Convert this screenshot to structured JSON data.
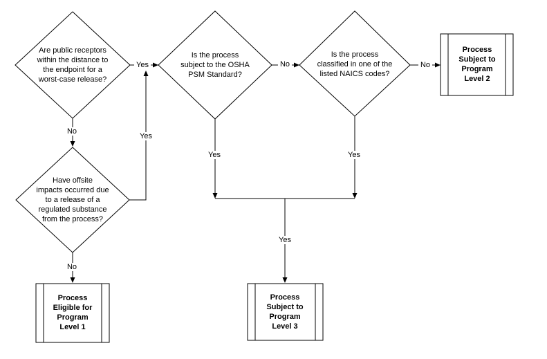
{
  "diagram": {
    "nodes": {
      "q_public_receptors": {
        "type": "decision",
        "lines": [
          "Are public receptors",
          "within the distance to",
          "the endpoint for a",
          "worst-case release?"
        ]
      },
      "q_offsite_impacts": {
        "type": "decision",
        "lines": [
          "Have offsite",
          "impacts occurred due",
          "to a release of a",
          "regulated substance",
          "from the process?"
        ]
      },
      "q_osha_psm": {
        "type": "decision",
        "lines": [
          "Is the process",
          "subject to the OSHA",
          "PSM Standard?"
        ]
      },
      "q_naics_codes": {
        "type": "decision",
        "lines": [
          "Is the process",
          "classified in one of the",
          "listed NAICS codes?"
        ]
      },
      "program_level_1": {
        "type": "predefined-process",
        "lines": [
          "Process",
          "Eligible for",
          "Program",
          "Level 1"
        ]
      },
      "program_level_2": {
        "type": "predefined-process",
        "lines": [
          "Process",
          "Subject to",
          "Program",
          "Level 2"
        ]
      },
      "program_level_3": {
        "type": "predefined-process",
        "lines": [
          "Process",
          "Subject to",
          "Program",
          "Level 3"
        ]
      }
    },
    "edge_labels": {
      "public_receptors_yes": "Yes",
      "public_receptors_no": "No",
      "offsite_impacts_yes": "Yes",
      "offsite_impacts_no": "No",
      "osha_psm_no": "No",
      "osha_psm_yes": "Yes",
      "naics_no": "No",
      "naics_yes": "Yes",
      "merged_yes": "Yes"
    },
    "colors": {
      "stroke": "#000000",
      "background": "#ffffff",
      "text": "#000000"
    }
  }
}
